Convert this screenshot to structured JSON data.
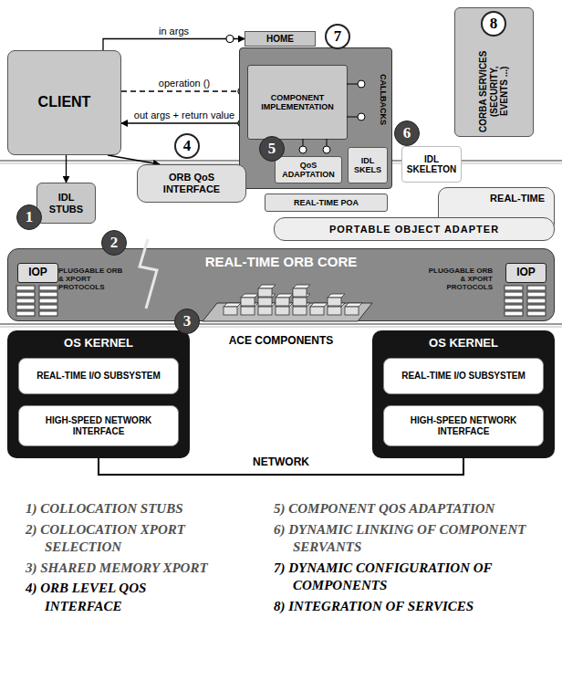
{
  "diagram": {
    "nodes": [
      {
        "text": [
          "CLIENT"
        ]
      },
      {
        "text": [
          "HOME"
        ]
      },
      {
        "text": [
          "CALLBACKS"
        ]
      },
      {
        "text": [
          "COMPONENT IMPLEMENTATION"
        ],
        "in": 2
      },
      {
        "text": [
          "QoS ADAPTATION"
        ],
        "in": 2
      },
      {
        "text": [
          "IDL SKELS"
        ],
        "in": 2
      },
      {
        "text": [
          "REAL-TIME POA"
        ]
      },
      {
        "text": [
          "CORBA SERVICES (SECURITY, EVENTS ...)"
        ]
      },
      {
        "text": [
          "IDL STUBS"
        ]
      },
      {
        "text": [
          "ORB QoS INTERFACE"
        ]
      },
      {
        "text": [
          "IDL SKELETON"
        ]
      },
      {
        "text": [
          "REAL-TIME"
        ]
      },
      {
        "text": [
          "PORTABLE OBJECT ADAPTER"
        ]
      },
      {
        "text": [
          "REAL-TIME ORB CORE"
        ]
      },
      {
        "text": [
          "IOP"
        ],
        "in": 13
      },
      {
        "text": [
          "IOP"
        ],
        "in": 13
      },
      {
        "text": [
          "OS KERNEL"
        ]
      },
      {
        "text": [
          "REAL-TIME I/O SUBSYSTEM"
        ],
        "in": 16
      },
      {
        "text": [
          "HIGH-SPEED NETWORK INTERFACE"
        ],
        "in": 16
      },
      {
        "text": [
          "OS KERNEL"
        ]
      },
      {
        "text": [
          "REAL-TIME I/O SUBSYSTEM"
        ],
        "in": 19
      },
      {
        "text": [
          "HIGH-SPEED NETWORK INTERFACE"
        ],
        "in": 19
      }
    ],
    "edges": [
      {
        "from": 0,
        "to": 1,
        "label": "in args",
        "arrow": "to"
      },
      {
        "from": 0,
        "to": 3,
        "label": "operation ()",
        "arrow": "none"
      },
      {
        "from": 3,
        "to": 0,
        "label": "out args + return value",
        "arrow": "to"
      },
      {
        "from": 0,
        "to": 8,
        "arrow": "to"
      },
      {
        "from": 0,
        "to": 9,
        "arrow": "to"
      },
      {
        "from": 4,
        "to": 9,
        "arrow": "to"
      },
      {
        "from": 16,
        "to": 19,
        "arrow": "none"
      }
    ],
    "labels": [
      "1",
      "2",
      "3",
      "4",
      "5",
      "6",
      "7",
      "8",
      "PLUGGABLE ORB & XPORT PROTOCOLS",
      "PLUGGABLE ORB & XPORT PROTOCOLS",
      "ACE COMPONENTS",
      "NETWORK",
      "1) COLLOCATION STUBS",
      "2) COLLOCATION XPORT SELECTION",
      "3) SHARED MEMORY XPORT",
      "4) ORB LEVEL QOS INTERFACE",
      "5) COMPONENT QOS ADAPTATION",
      "6) DYNAMIC LINKING OF COMPONENT SERVANTS",
      "7) DYNAMIC CONFIGURATION OF COMPONENTS",
      "8) INTEGRATION OF SERVICES"
    ]
  }
}
